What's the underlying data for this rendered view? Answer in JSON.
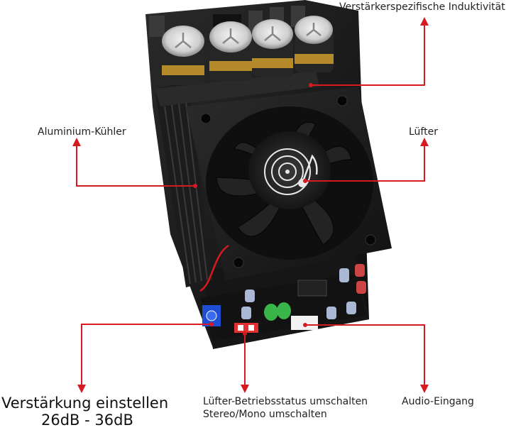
{
  "labels": {
    "inductance": "Verstärkerspezifische Induktivität",
    "heatsink": "Aluminium-Kühler",
    "fan": "Lüfter",
    "gain_line1": "Verstärkung einstellen",
    "gain_line2": "26dB - 36dB",
    "switch_line1": "Lüfter-Betriebsstatus umschalten",
    "switch_line2": "Stereo/Mono umschalten",
    "audio": "Audio-Eingang"
  },
  "colors": {
    "callout": "#d71920",
    "board": "#1a1a1a",
    "capacitor_sleeve": "#2a2a2a",
    "capacitor_gold": "#b58a2a"
  }
}
